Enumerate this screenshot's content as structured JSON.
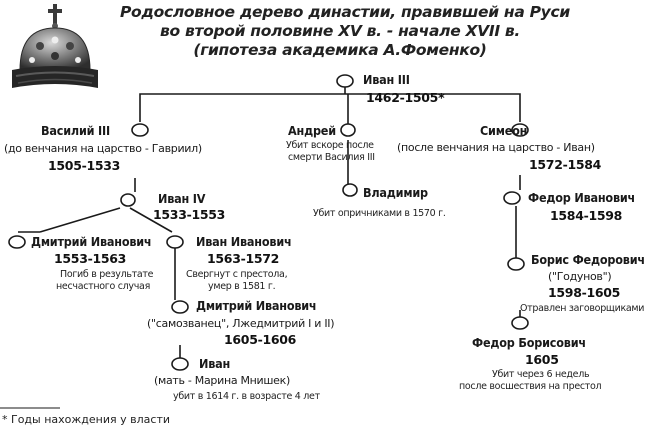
{
  "title": {
    "line1": "Родословное дерево династии, правившей на Руси",
    "line2": "во второй половине XV в. - начале XVII в.",
    "line3": "(гипотеза академика А.Фоменко)"
  },
  "people": {
    "ivan3": {
      "name": "Иван III",
      "years": "1462-1505*"
    },
    "vasily3": {
      "name": "Василий III",
      "sub": "(до венчания на царство - Гавриил)",
      "years": "1505-1533"
    },
    "andrey": {
      "name": "Андрей",
      "note1": "Убит вскоре после",
      "note2": "смерти Василия III"
    },
    "simeon": {
      "name": "Симеон",
      "sub": "(после венчания на царство - Иван)",
      "years": "1572-1584"
    },
    "ivan4": {
      "name": "Иван IV",
      "years": "1533-1553"
    },
    "vladimir": {
      "name": "Владимир",
      "note1": "Убит опричниками в 1570 г."
    },
    "fedor_ivanovich": {
      "name": "Федор Иванович",
      "years": "1584-1598"
    },
    "dmitry_ivanovich": {
      "name": "Дмитрий Иванович",
      "years": "1553-1563",
      "note1": "Погиб в результате",
      "note2": "несчастного случая"
    },
    "ivan_ivanovich": {
      "name": "Иван Иванович",
      "years": "1563-1572",
      "note1": "Свергнут с престола,",
      "note2": "умер в 1581 г."
    },
    "boris": {
      "name": "Борис Федорович",
      "sub": "(\"Годунов\")",
      "years": "1598-1605",
      "note1": "Отравлен заговорщиками"
    },
    "dmitry2": {
      "name": "Дмитрий Иванович",
      "sub": "(\"самозванец\", Лжедмитрий I и II)",
      "years": "1605-1606"
    },
    "fedor_borisovich": {
      "name": "Федор Борисович",
      "years": "1605",
      "note1": "Убит через 6 недель",
      "note2": "после восшествия на престол"
    },
    "ivan_last": {
      "name": "Иван",
      "sub": "(мать - Марина Мнишек)",
      "note1": "убит в 1614 г. в возрасте 4 лет"
    }
  },
  "footnote": "* Годы нахождения у власти",
  "colors": {
    "ink": "#1a1a1a",
    "crown_dark": "#3a3a3a",
    "crown_mid": "#7a7a7a",
    "crown_light": "#c8c8c8"
  },
  "icons": [
    "crown-of-monomakh-icon"
  ]
}
